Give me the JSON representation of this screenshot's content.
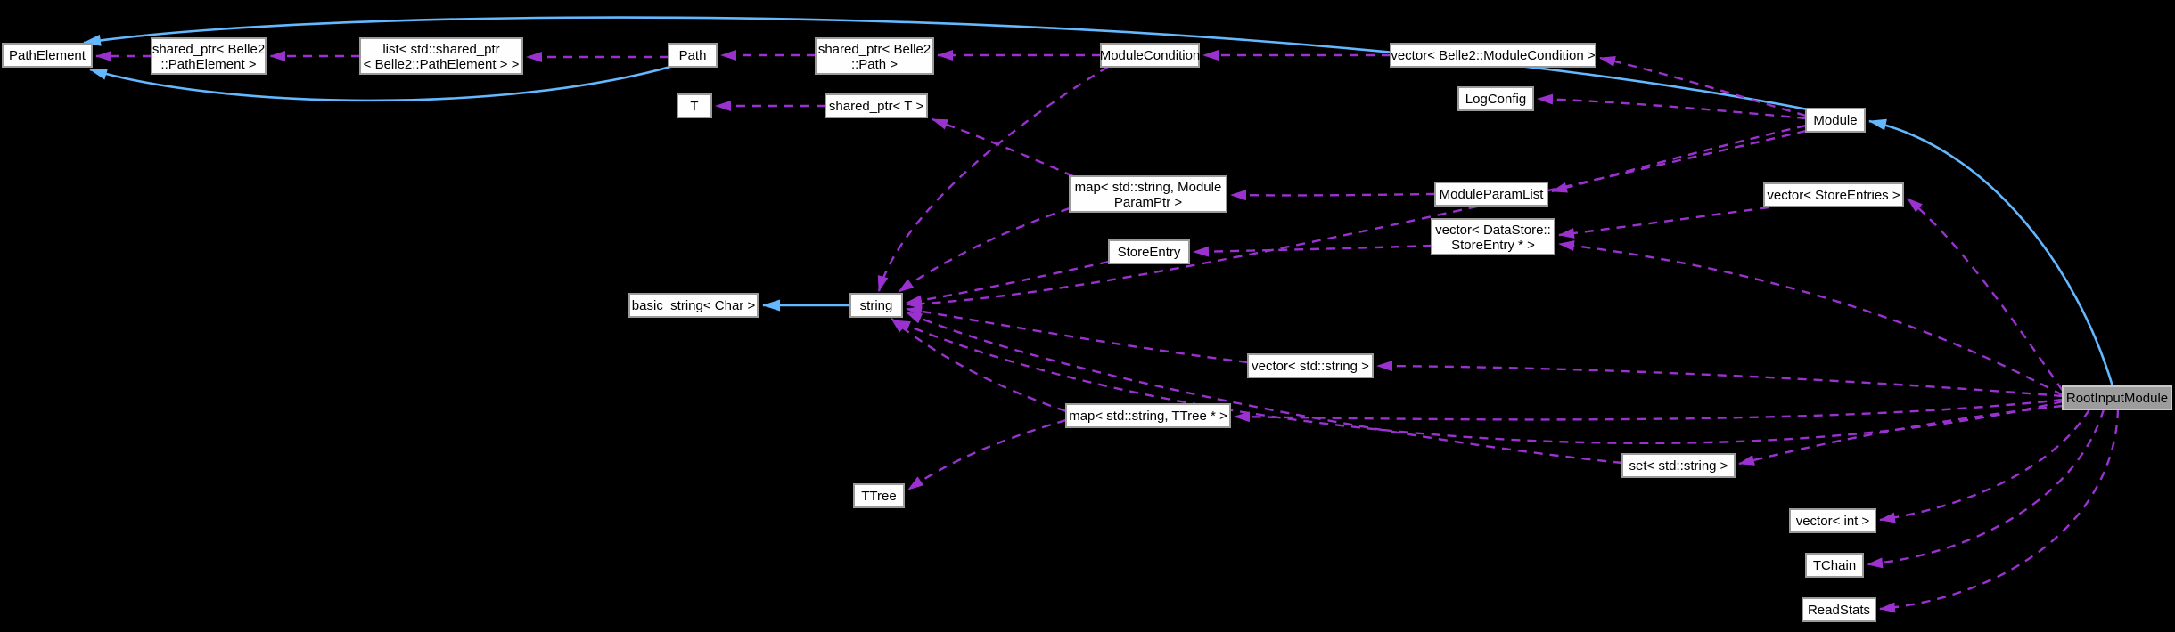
{
  "diagram": {
    "title": "RootInputModule collaboration graph",
    "background": "#000000",
    "colors": {
      "inheritance_edge": "#63b8ff",
      "usage_edge": "#9b32d0",
      "node_fill": "#fefefe",
      "node_border": "#9a9a9a",
      "highlight_node_fill": "#9c9c9c",
      "text": "#000000"
    },
    "nodes": {
      "path_element": {
        "label": "PathElement"
      },
      "shared_ptr_path_element": {
        "line1": "shared_ptr< Belle2",
        "line2": "::PathElement >"
      },
      "list_shared_ptr_path_element": {
        "line1": "list< std::shared_ptr",
        "line2": "< Belle2::PathElement > >"
      },
      "path": {
        "label": "Path"
      },
      "shared_ptr_path": {
        "line1": "shared_ptr< Belle2",
        "line2": "::Path >"
      },
      "module_condition": {
        "label": "ModuleCondition"
      },
      "vector_module_condition": {
        "label": "vector< Belle2::ModuleCondition >"
      },
      "t": {
        "label": "T"
      },
      "shared_ptr_t": {
        "label": "shared_ptr< T >"
      },
      "log_config": {
        "label": "LogConfig"
      },
      "module": {
        "label": "Module"
      },
      "map_module_param_ptr": {
        "line1": "map< std::string, Module",
        "line2": "ParamPtr >"
      },
      "module_param_list": {
        "label": "ModuleParamList"
      },
      "vector_store_entries": {
        "label": "vector< StoreEntries >"
      },
      "vector_datastore_store_entry": {
        "line1": "vector< DataStore::",
        "line2": "StoreEntry * >"
      },
      "store_entry": {
        "label": "StoreEntry"
      },
      "basic_string": {
        "label": "basic_string< Char >"
      },
      "string": {
        "label": "string"
      },
      "vector_string": {
        "label": "vector< std::string >"
      },
      "map_string_ttree": {
        "label": "map< std::string, TTree * >"
      },
      "ttree": {
        "label": "TTree"
      },
      "set_string": {
        "label": "set< std::string >"
      },
      "vector_int": {
        "label": "vector< int >"
      },
      "tchain": {
        "label": "TChain"
      },
      "read_stats": {
        "label": "ReadStats"
      },
      "root_input_module": {
        "label": "RootInputModule"
      }
    },
    "edges": [
      {
        "from": "string",
        "to": "basic_string",
        "relation": "inheritance"
      },
      {
        "from": "path",
        "to": "path_element",
        "relation": "inheritance"
      },
      {
        "from": "module",
        "to": "path_element",
        "relation": "inheritance"
      },
      {
        "from": "root_input_module",
        "to": "module",
        "relation": "inheritance"
      },
      {
        "from": "shared_ptr_path_element",
        "to": "path_element",
        "relation": "usage"
      },
      {
        "from": "list_shared_ptr_path_element",
        "to": "shared_ptr_path_element",
        "relation": "usage"
      },
      {
        "from": "path",
        "to": "list_shared_ptr_path_element",
        "relation": "usage"
      },
      {
        "from": "shared_ptr_path",
        "to": "path",
        "relation": "usage"
      },
      {
        "from": "module_condition",
        "to": "shared_ptr_path",
        "relation": "usage"
      },
      {
        "from": "vector_module_condition",
        "to": "module_condition",
        "relation": "usage"
      },
      {
        "from": "module",
        "to": "vector_module_condition",
        "relation": "usage"
      },
      {
        "from": "shared_ptr_t",
        "to": "t",
        "relation": "usage"
      },
      {
        "from": "map_module_param_ptr",
        "to": "shared_ptr_t",
        "relation": "usage"
      },
      {
        "from": "module",
        "to": "log_config",
        "relation": "usage"
      },
      {
        "from": "module_param_list",
        "to": "map_module_param_ptr",
        "relation": "usage"
      },
      {
        "from": "module",
        "to": "module_param_list",
        "relation": "usage"
      },
      {
        "from": "vector_store_entries",
        "to": "vector_datastore_store_entry",
        "relation": "usage"
      },
      {
        "from": "root_input_module",
        "to": "vector_store_entries",
        "relation": "usage"
      },
      {
        "from": "root_input_module",
        "to": "vector_datastore_store_entry",
        "relation": "usage"
      },
      {
        "from": "vector_datastore_store_entry",
        "to": "store_entry",
        "relation": "usage"
      },
      {
        "from": "store_entry",
        "to": "string",
        "relation": "usage"
      },
      {
        "from": "module_condition",
        "to": "string",
        "relation": "usage"
      },
      {
        "from": "module",
        "to": "string",
        "relation": "usage"
      },
      {
        "from": "map_module_param_ptr",
        "to": "string",
        "relation": "usage"
      },
      {
        "from": "vector_string",
        "to": "string",
        "relation": "usage"
      },
      {
        "from": "map_string_ttree",
        "to": "string",
        "relation": "usage"
      },
      {
        "from": "set_string",
        "to": "string",
        "relation": "usage"
      },
      {
        "from": "root_input_module",
        "to": "string",
        "relation": "usage"
      },
      {
        "from": "map_string_ttree",
        "to": "ttree",
        "relation": "usage"
      },
      {
        "from": "root_input_module",
        "to": "vector_string",
        "relation": "usage"
      },
      {
        "from": "root_input_module",
        "to": "map_string_ttree",
        "relation": "usage"
      },
      {
        "from": "root_input_module",
        "to": "set_string",
        "relation": "usage"
      },
      {
        "from": "root_input_module",
        "to": "vector_int",
        "relation": "usage"
      },
      {
        "from": "root_input_module",
        "to": "tchain",
        "relation": "usage"
      },
      {
        "from": "root_input_module",
        "to": "read_stats",
        "relation": "usage"
      }
    ]
  }
}
